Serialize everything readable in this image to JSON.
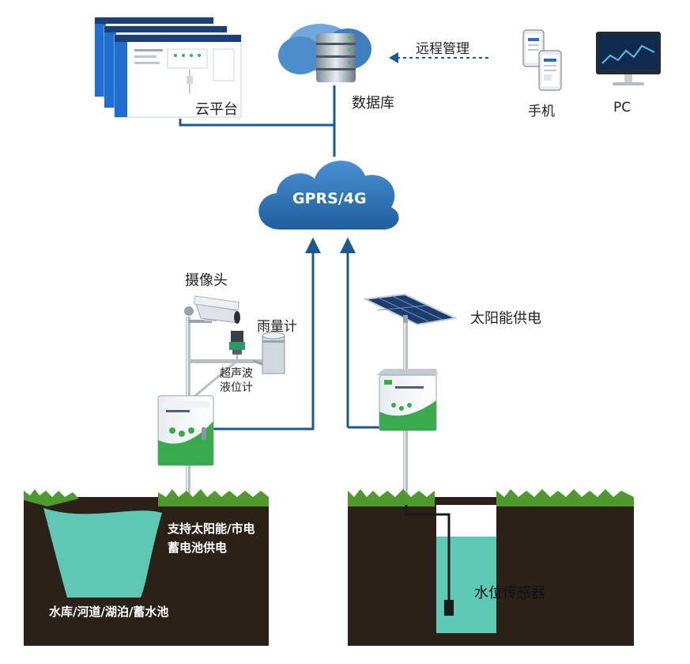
{
  "labels": {
    "cloud_platform": "云平台",
    "database": "数据库",
    "remote_management": "远程管理",
    "phone": "手机",
    "pc": "PC",
    "network": "GPRS/4G",
    "camera": "摄像头",
    "rain_gauge": "雨量计",
    "ultrasonic_line1": "超声波",
    "ultrasonic_line2": "液位计",
    "solar_power": "太阳能供电",
    "power_line1": "支持太阳能/市电",
    "power_line2": "蓄电池供电",
    "water_bodies": "水库/河道/湖泊/蓄水池",
    "water_level_sensor": "水位传感器"
  },
  "colors": {
    "line_blue": "#1a5a8e",
    "cloud_blue": "#2f73b6",
    "water": "#5ec8b4",
    "soil": "#2b2118",
    "grass": "#4e9a2e"
  }
}
